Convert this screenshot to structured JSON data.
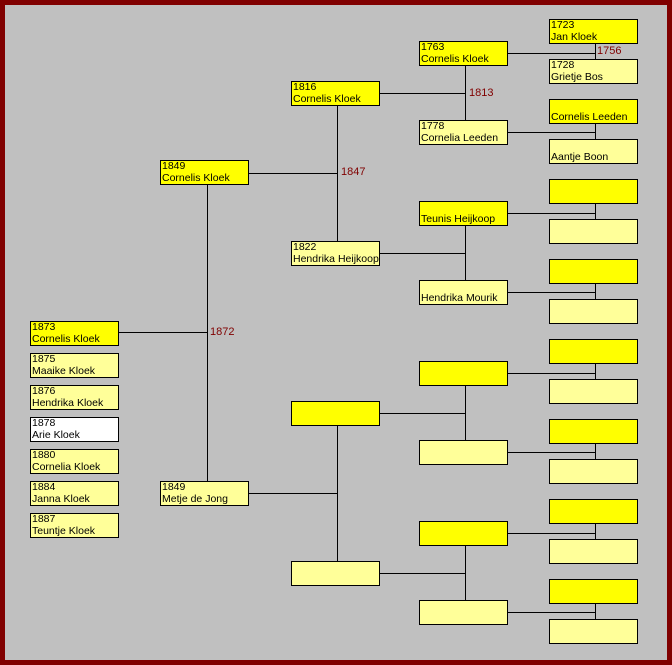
{
  "colors": {
    "male": "#ffff00",
    "female": "#ffff99",
    "unknown": "#ffffff",
    "border": "#800000",
    "background": "#c0c0c0",
    "marriage_year": "#800000"
  },
  "children": [
    {
      "year": "1873",
      "name": "Cornelis Kloek",
      "sex": "male"
    },
    {
      "year": "1875",
      "name": "Maaike Kloek",
      "sex": "female"
    },
    {
      "year": "1876",
      "name": "Hendrika Kloek",
      "sex": "female"
    },
    {
      "year": "1878",
      "name": "Arie Kloek",
      "sex": "unknown"
    },
    {
      "year": "1880",
      "name": "Cornelia Kloek",
      "sex": "female"
    },
    {
      "year": "1884",
      "name": "Janna Kloek",
      "sex": "female"
    },
    {
      "year": "1887",
      "name": "Teuntje Kloek",
      "sex": "female"
    }
  ],
  "parents": [
    {
      "year": "1849",
      "name": "Cornelis Kloek",
      "sex": "male"
    },
    {
      "year": "1849",
      "name": "Metje de Jong",
      "sex": "female"
    }
  ],
  "grandparents": [
    {
      "year": "1816",
      "name": "Cornelis Kloek",
      "sex": "male"
    },
    {
      "year": "1822",
      "name": "Hendrika Heijkoop",
      "sex": "female"
    },
    {
      "year": "",
      "name": "",
      "sex": "male"
    },
    {
      "year": "",
      "name": "",
      "sex": "female"
    }
  ],
  "great_grandparents": [
    {
      "year": "1763",
      "name": "Cornelis Kloek",
      "sex": "male"
    },
    {
      "year": "1778",
      "name": "Cornelia Leeden",
      "sex": "female"
    },
    {
      "year": "",
      "name": "Teunis Heijkoop",
      "sex": "male"
    },
    {
      "year": "",
      "name": "Hendrika Mourik",
      "sex": "female"
    },
    {
      "year": "",
      "name": "",
      "sex": "male"
    },
    {
      "year": "",
      "name": "",
      "sex": "female"
    },
    {
      "year": "",
      "name": "",
      "sex": "male"
    },
    {
      "year": "",
      "name": "",
      "sex": "female"
    }
  ],
  "great_great_grandparents": [
    {
      "year": "1723",
      "name": "Jan Kloek",
      "sex": "male"
    },
    {
      "year": "1728",
      "name": "Grietje Bos",
      "sex": "female"
    },
    {
      "year": "",
      "name": "Cornelis Leeden",
      "sex": "male"
    },
    {
      "year": "",
      "name": "Aantje Boon",
      "sex": "female"
    },
    {
      "year": "",
      "name": "",
      "sex": "male"
    },
    {
      "year": "",
      "name": "",
      "sex": "female"
    },
    {
      "year": "",
      "name": "",
      "sex": "male"
    },
    {
      "year": "",
      "name": "",
      "sex": "female"
    },
    {
      "year": "",
      "name": "",
      "sex": "male"
    },
    {
      "year": "",
      "name": "",
      "sex": "female"
    },
    {
      "year": "",
      "name": "",
      "sex": "male"
    },
    {
      "year": "",
      "name": "",
      "sex": "female"
    },
    {
      "year": "",
      "name": "",
      "sex": "male"
    },
    {
      "year": "",
      "name": "",
      "sex": "female"
    },
    {
      "year": "",
      "name": "",
      "sex": "male"
    },
    {
      "year": "",
      "name": "",
      "sex": "female"
    }
  ],
  "marriages": {
    "parents": "1872",
    "paternal_grandparents": "1847",
    "paternal_great_grandparents": "1813",
    "paternal_great_great_grandparents": "1756"
  }
}
